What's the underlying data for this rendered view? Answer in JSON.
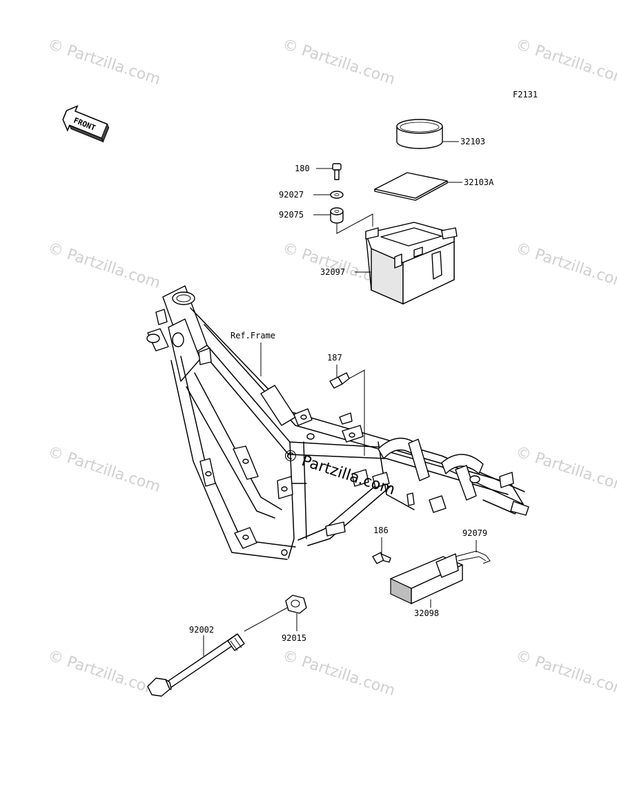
{
  "diagram_code": "F2131",
  "front_arrow_label": "FRONT",
  "ref_frame_label": "Ref.Frame",
  "watermark_text": "© Partzilla.com",
  "center_watermark_text": "© Partzilla.com",
  "parts": [
    {
      "id": "32103",
      "label": "32103"
    },
    {
      "id": "32103A",
      "label": "32103A"
    },
    {
      "id": "180",
      "label": "180"
    },
    {
      "id": "92027",
      "label": "92027"
    },
    {
      "id": "92075",
      "label": "92075"
    },
    {
      "id": "32097",
      "label": "32097"
    },
    {
      "id": "187",
      "label": "187"
    },
    {
      "id": "186",
      "label": "186"
    },
    {
      "id": "92079",
      "label": "92079"
    },
    {
      "id": "32098",
      "label": "32098"
    },
    {
      "id": "92002",
      "label": "92002"
    },
    {
      "id": "92015",
      "label": "92015"
    }
  ]
}
